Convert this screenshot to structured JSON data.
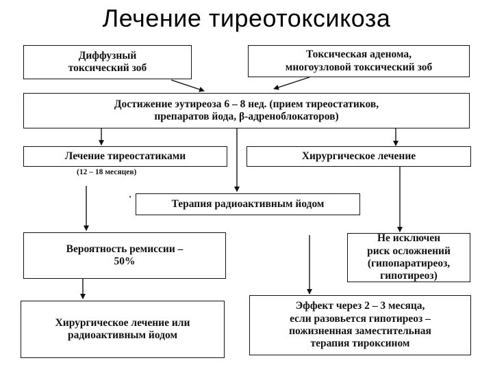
{
  "title": "Лечение тиреотоксикоза",
  "boxes": {
    "diffuse": [
      "Диффузный",
      "токсический зоб"
    ],
    "adenoma": [
      "Токсическая аденома,",
      "многоузловой токсический зоб"
    ],
    "euthyroid": [
      "Достижение эутиреоза 6 – 8 нед. (прием тиреостатиков,",
      "препаратов йода, β-адреноблокаторов)"
    ],
    "thyrostatics": [
      "Лечение тиреостатиками"
    ],
    "surgery": [
      "Хирургическое лечение"
    ],
    "radioiodine": [
      "Терапия радиоактивным йодом"
    ],
    "remission": [
      "Вероятность ремиссии –",
      "50%"
    ],
    "complications": [
      "Не исключен",
      "риск осложнений",
      "(гипопаратиреоз,",
      "гипотиреоз)"
    ],
    "surgery_or_iodine": [
      "Хирургическое лечение или",
      "радиоактивным йодом"
    ],
    "effect": [
      "Эффект через 2 – 3 месяца,",
      "если разовьется гипотиреоз –",
      "пожизненная заместительная",
      "терапия тироксином"
    ]
  },
  "thyrostatics_duration": "(12 – 18 месяцев)"
}
